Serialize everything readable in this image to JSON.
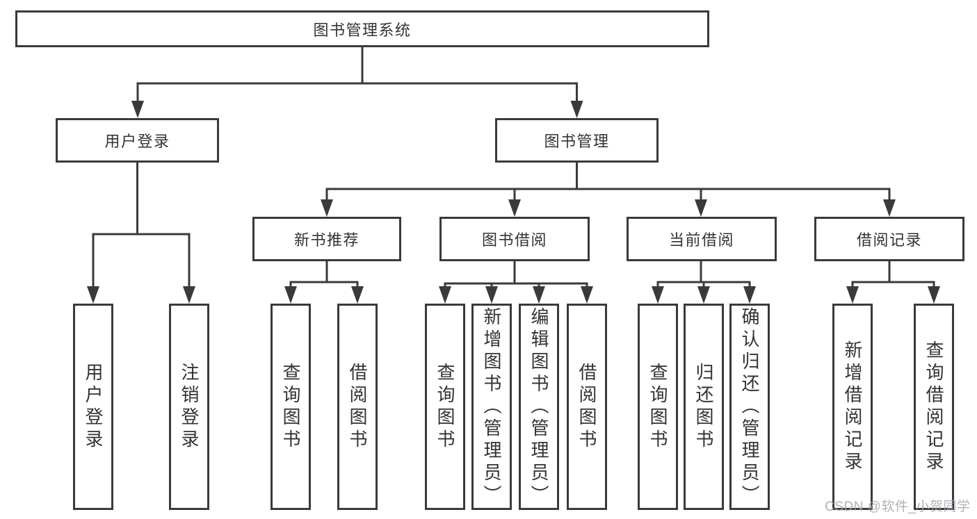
{
  "diagram": {
    "title": "图书管理系统",
    "branches": {
      "user_login": {
        "label": "用户登录",
        "children": {
          "login": "用户登录",
          "logout": "注销登录"
        }
      },
      "book_mgmt": {
        "label": "图书管理",
        "sections": {
          "new_book": {
            "label": "新书推荐",
            "children": {
              "query": "查询图书",
              "borrow": "借阅图书"
            }
          },
          "book_borrow": {
            "label": "图书借阅",
            "children": {
              "query": "查询图书",
              "add": "新增图书（管理员）",
              "edit": "编辑图书（管理员）",
              "borrow": "借阅图书"
            }
          },
          "current_borrow": {
            "label": "当前借阅",
            "children": {
              "query": "查询图书",
              "return": "归还图书",
              "confirm": "确认归还（管理员）"
            }
          },
          "borrow_record": {
            "label": "借阅记录",
            "children": {
              "add": "新增借阅记录",
              "query": "查询借阅记录"
            }
          }
        }
      }
    }
  },
  "watermark": "CSDN @软件_小贺同学",
  "colors": {
    "line": "#3a3a3a",
    "text": "#333333",
    "background": "#ffffff",
    "watermark": "#a2a8af"
  }
}
